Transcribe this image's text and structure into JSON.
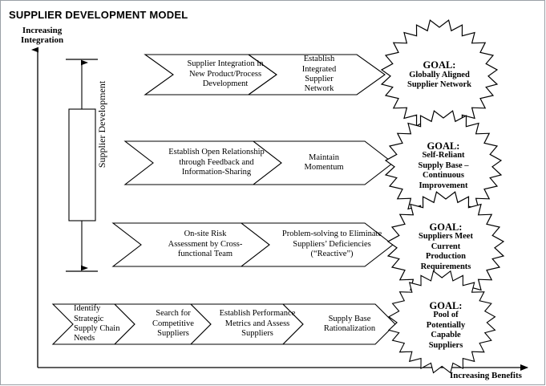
{
  "title": "SUPPLIER DEVELOPMENT MODEL",
  "axes": {
    "y_label_line1": "Increasing",
    "y_label_line2": "Integration",
    "x_label": "Increasing Benefits"
  },
  "vertical_box": {
    "label": "Supplier Development"
  },
  "rows": [
    {
      "id": "row-1",
      "stages": [
        {
          "lines": [
            "Supplier Integration in",
            "New Product/Process",
            "Development"
          ]
        },
        {
          "lines": [
            "Establish",
            "Integrated",
            "Supplier",
            "Network"
          ]
        }
      ],
      "goal": {
        "head": "GOAL:",
        "lines": [
          "Globally Aligned",
          "Supplier Network"
        ]
      }
    },
    {
      "id": "row-2",
      "stages": [
        {
          "lines": [
            "Establish Open Relationship",
            "through Feedback and",
            "Information-Sharing"
          ]
        },
        {
          "lines": [
            "Maintain",
            "Momentum"
          ]
        }
      ],
      "goal": {
        "head": "GOAL:",
        "lines": [
          "Self-Reliant",
          "Supply Base –",
          "Continuous",
          "Improvement"
        ]
      }
    },
    {
      "id": "row-3",
      "stages": [
        {
          "lines": [
            "On-site Risk",
            "Assessment by Cross-",
            "functional Team"
          ]
        },
        {
          "lines": [
            "Problem-solving to Eliminate",
            "Suppliers’ Deficiencies",
            "(“Reactive”)"
          ]
        }
      ],
      "goal": {
        "head": "GOAL:",
        "lines": [
          "Suppliers Meet",
          "Current",
          "Production",
          "Requirements"
        ]
      }
    },
    {
      "id": "row-4",
      "stages": [
        {
          "lines": [
            "Identify",
            "Strategic",
            "Supply Chain",
            "Needs"
          ]
        },
        {
          "lines": [
            "Search for",
            "Competitive",
            "Suppliers"
          ]
        },
        {
          "lines": [
            "Establish Performance",
            "Metrics and Assess",
            "Suppliers"
          ]
        },
        {
          "lines": [
            "Supply Base",
            "Rationalization"
          ]
        }
      ],
      "goal": {
        "head": "GOAL:",
        "lines": [
          "Pool of",
          "Potentially",
          "Capable",
          "Suppliers"
        ]
      }
    }
  ],
  "colors": {
    "stroke": "#000000",
    "background": "#ffffff",
    "frame": "#9aa0a6"
  }
}
